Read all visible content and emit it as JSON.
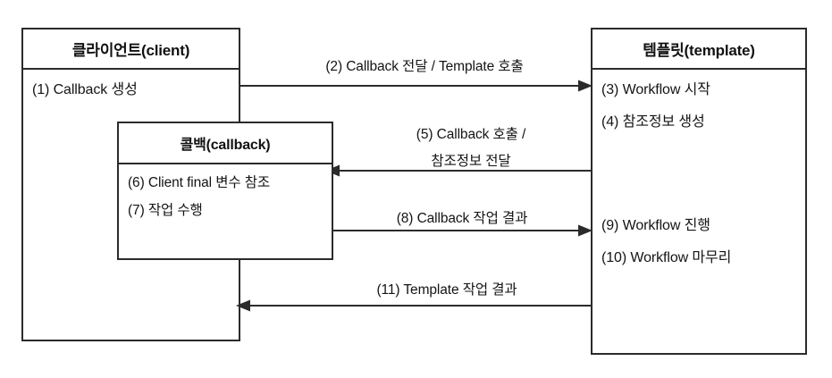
{
  "diagram": {
    "title": "Callback / Template sequence diagram",
    "type": "sequence-diagram",
    "colors": {
      "line": "#2b2b2b",
      "text": "#141414",
      "background": "#ffffff"
    }
  },
  "participants": {
    "client": {
      "header": "클라이언트(client)",
      "steps": [
        "(1) Callback 생성"
      ]
    },
    "callback": {
      "header": "콜백(callback)",
      "steps": [
        "(6) Client final 변수 참조",
        "(7) 작업 수행"
      ]
    },
    "template": {
      "header": "템플릿(template)",
      "steps_early": [
        "(3) Workflow 시작",
        "(4) 참조정보 생성"
      ],
      "steps_late": [
        "(9) Workflow 진행",
        "(10) Workflow 마무리"
      ]
    }
  },
  "messages": [
    {
      "id": "msg-2",
      "label_line1": "(2) Callback 전달 / Template 호출",
      "label_line2": "",
      "from": "client",
      "to": "template",
      "direction": "right"
    },
    {
      "id": "msg-5",
      "label_line1": "(5) Callback 호출 /",
      "label_line2": "참조정보 전달",
      "from": "template",
      "to": "callback",
      "direction": "left"
    },
    {
      "id": "msg-8",
      "label_line1": "(8) Callback 작업 결과",
      "label_line2": "",
      "from": "callback",
      "to": "template",
      "direction": "right"
    },
    {
      "id": "msg-11",
      "label_line1": "(11) Template 작업 결과",
      "label_line2": "",
      "from": "template",
      "to": "client",
      "direction": "left"
    }
  ]
}
